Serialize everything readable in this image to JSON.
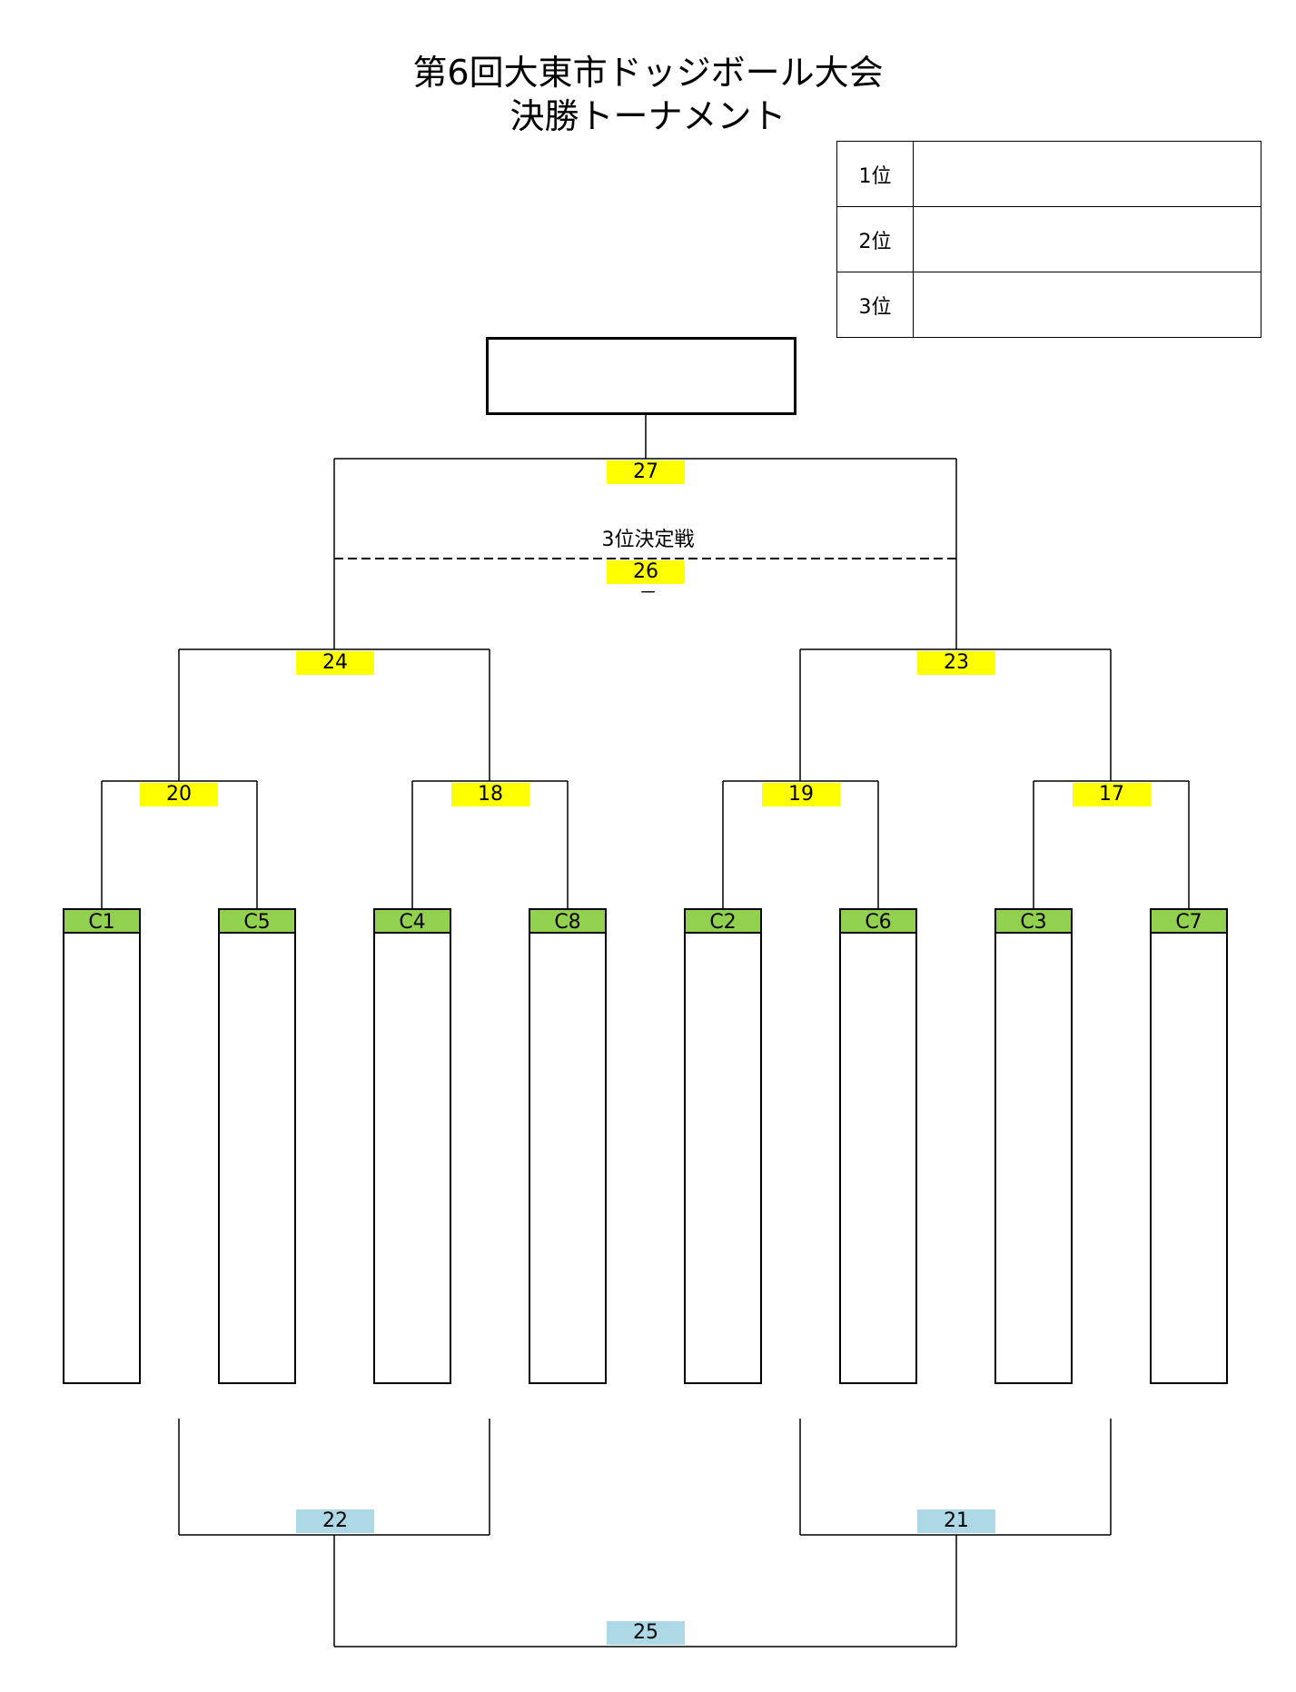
{
  "title": {
    "line1": "第6回大東市ドッジボール大会",
    "line2": "決勝トーナメント"
  },
  "rankings": [
    {
      "label": "1位",
      "value": ""
    },
    {
      "label": "2位",
      "value": ""
    },
    {
      "label": "3位",
      "value": ""
    }
  ],
  "champion": {
    "value": ""
  },
  "matches": {
    "final": "27",
    "third_place": "26",
    "third_place_title": "3位決定戦",
    "third_place_mark": "－",
    "semi_left": "24",
    "semi_right": "23",
    "qf": [
      "20",
      "18",
      "19",
      "17"
    ],
    "consolation_left": "22",
    "consolation_right": "21",
    "consolation_final": "25"
  },
  "seeds": [
    {
      "label": "C1",
      "team": ""
    },
    {
      "label": "C5",
      "team": ""
    },
    {
      "label": "C4",
      "team": ""
    },
    {
      "label": "C8",
      "team": ""
    },
    {
      "label": "C2",
      "team": ""
    },
    {
      "label": "C6",
      "team": ""
    },
    {
      "label": "C3",
      "team": ""
    },
    {
      "label": "C7",
      "team": ""
    }
  ],
  "colors": {
    "winner_match": "#ffff00",
    "loser_match": "#add8e6",
    "seed_label": "#92d050"
  }
}
